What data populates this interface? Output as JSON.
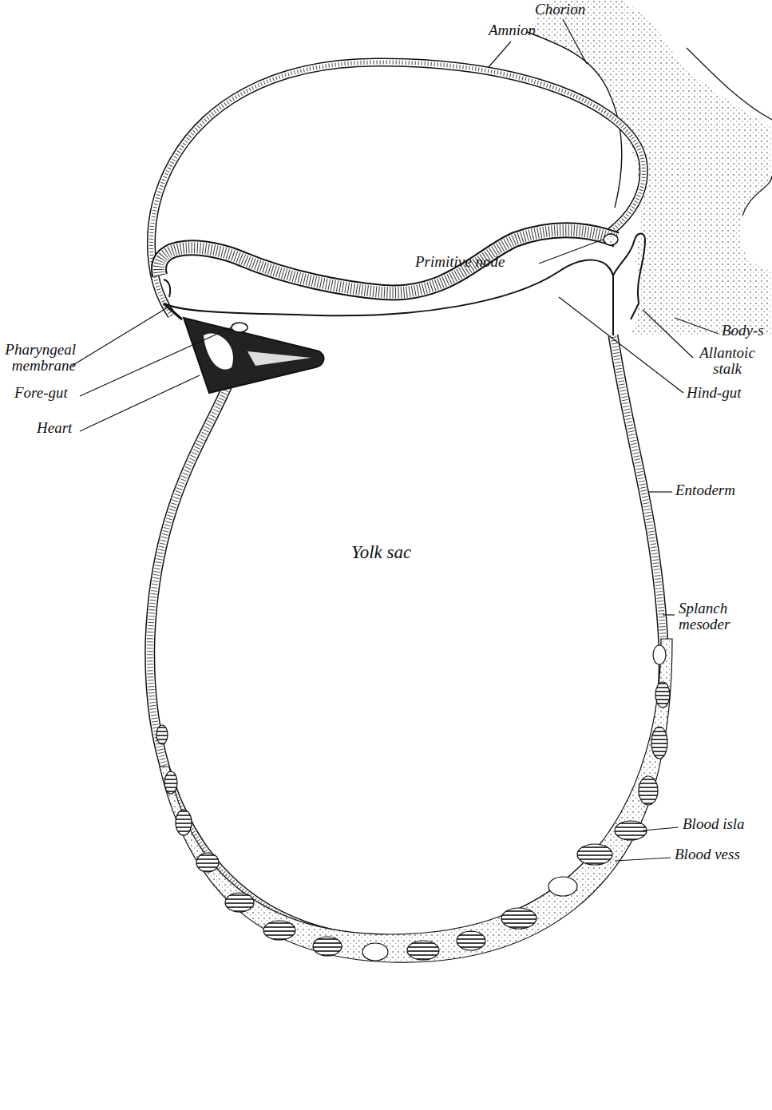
{
  "diagram": {
    "labels": [
      "Chorion",
      "Amnion",
      "Primitive node",
      "Body-s",
      "Allantoic stalk",
      "Pharyngeal membrane",
      "Fore-gut",
      "Heart",
      "Hind-gut",
      "Entoderm",
      "Yolk sac",
      "Splanch mesoder",
      "Blood isla",
      "Blood vess"
    ]
  }
}
